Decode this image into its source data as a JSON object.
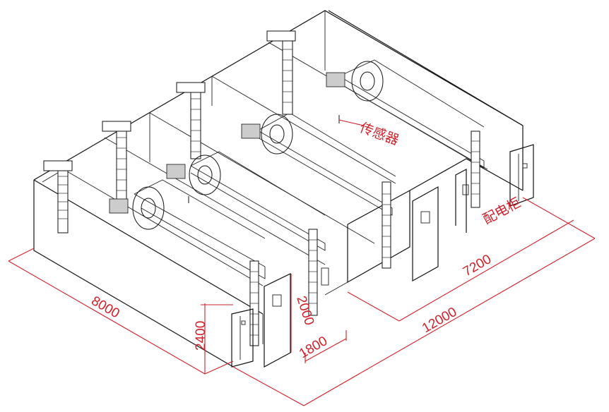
{
  "dimensions": {
    "length_left": "8000",
    "height": "2400",
    "door_height": "2000",
    "door_width": "1800",
    "length_total": "12000",
    "length_right": "7200"
  },
  "labels": {
    "sensor": "传感器",
    "distribution_cabinet": "配电柜"
  },
  "colors": {
    "annotation": "#d0202a",
    "wireframe": "#111111"
  }
}
